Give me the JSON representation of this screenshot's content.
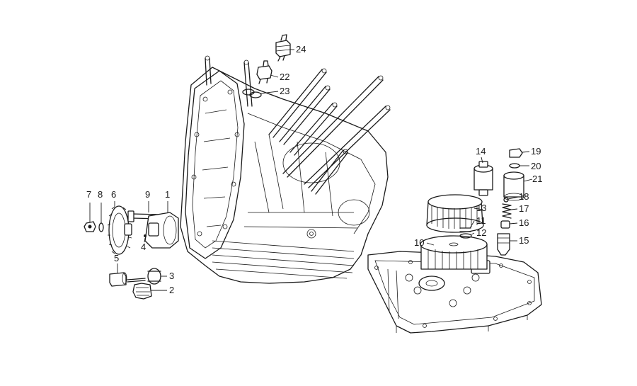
{
  "callouts": {
    "c1": "1",
    "c2": "2",
    "c3": "3",
    "c4": "4",
    "c5": "5",
    "c6": "6",
    "c7": "7",
    "c8": "8",
    "c9": "9",
    "c10": "10",
    "c11": "11",
    "c12": "12",
    "c13": "13",
    "c14": "14",
    "c15": "15",
    "c16": "16",
    "c17": "17",
    "c18": "18",
    "c19": "19",
    "c20": "20",
    "c21": "21",
    "c22": "22",
    "c23": "23",
    "c24": "24"
  }
}
